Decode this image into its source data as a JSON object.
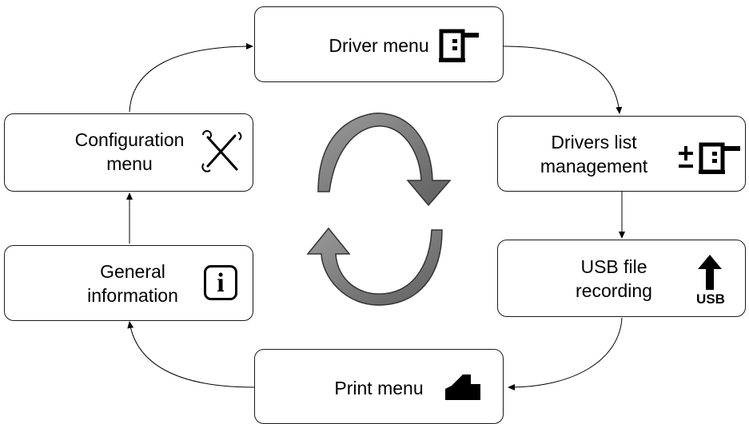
{
  "nodes": {
    "driver_menu": {
      "label": [
        "Driver menu"
      ],
      "icon": "printer-head-icon"
    },
    "drivers_list": {
      "label": [
        "Drivers list",
        "management"
      ],
      "icon": "plus-minus-printer-head-icon"
    },
    "usb_file": {
      "label": [
        "USB file",
        "recording"
      ],
      "icon": "usb-upload-icon",
      "icon_text": "USB"
    },
    "print_menu": {
      "label": [
        "Print menu"
      ],
      "icon": "print-icon"
    },
    "general_info": {
      "label": [
        "General",
        "information"
      ],
      "icon": "info-icon",
      "icon_text": "i"
    },
    "configuration": {
      "label": [
        "Configuration",
        "menu"
      ],
      "icon": "tools-icon"
    }
  },
  "cycle": {
    "icon": "circular-arrows-icon",
    "color": "#7a7a7a"
  }
}
